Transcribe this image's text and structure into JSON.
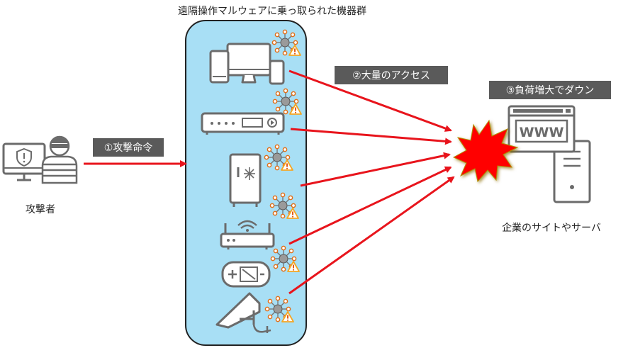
{
  "title": "遠隔操作マルウェアに乗っ取られた機器群",
  "attacker": {
    "label": "攻撃者",
    "icon": "hacker-at-computer-icon"
  },
  "steps": {
    "step1": "①攻撃命令",
    "step2": "②大量のアクセス",
    "step3": "③負荷増大でダウン"
  },
  "target": {
    "label": "企業のサイトやサーバ",
    "screen_text": "WWW",
    "icon": "web-server-icon"
  },
  "devices": [
    {
      "name": "computers",
      "icon": "desktop-monitor-tablet-icon"
    },
    {
      "name": "set-top-box",
      "icon": "set-top-box-icon"
    },
    {
      "name": "refrigerator",
      "icon": "refrigerator-icon"
    },
    {
      "name": "wifi-router",
      "icon": "wifi-router-icon"
    },
    {
      "name": "battery",
      "icon": "battery-icon"
    },
    {
      "name": "surveillance-camera",
      "icon": "camera-icon"
    }
  ],
  "colors": {
    "panel_fill": "#a8dff5",
    "panel_stroke": "#222222",
    "arrow": "#e8141c",
    "label_bg": "#5a5a5a",
    "label_text": "#ffffff",
    "burst": "#ff0000",
    "icon_gray": "#6b6b6b",
    "warning": "#f5a623"
  }
}
